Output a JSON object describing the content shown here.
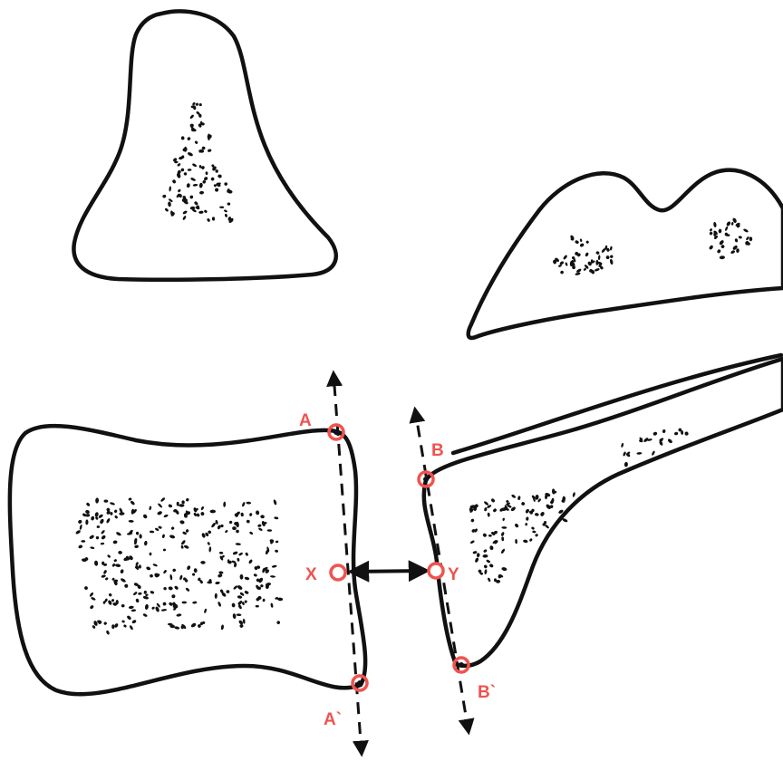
{
  "diagram": {
    "colors": {
      "outline": "#111111",
      "marker": "#ef5350",
      "label": "#ef5350"
    },
    "structures": [
      {
        "name": "triangular-bone"
      },
      {
        "name": "saddle-bone"
      },
      {
        "name": "left-rectangular-bone"
      },
      {
        "name": "right-elongated-bone"
      }
    ],
    "points": {
      "A": {
        "label": "A"
      },
      "A_prime": {
        "label": "A`"
      },
      "B": {
        "label": "B"
      },
      "B_prime": {
        "label": "B`"
      },
      "X": {
        "label": "X"
      },
      "Y": {
        "label": "Y"
      }
    },
    "axes": [
      {
        "name": "axis-a",
        "from": "A`",
        "to": "A",
        "arrowheads": "both"
      },
      {
        "name": "axis-b",
        "from": "B`",
        "to": "B",
        "arrowheads": "both"
      }
    ],
    "measurement": {
      "name": "gap-x-y",
      "from": "X",
      "to": "Y",
      "arrowheads": "both"
    }
  }
}
